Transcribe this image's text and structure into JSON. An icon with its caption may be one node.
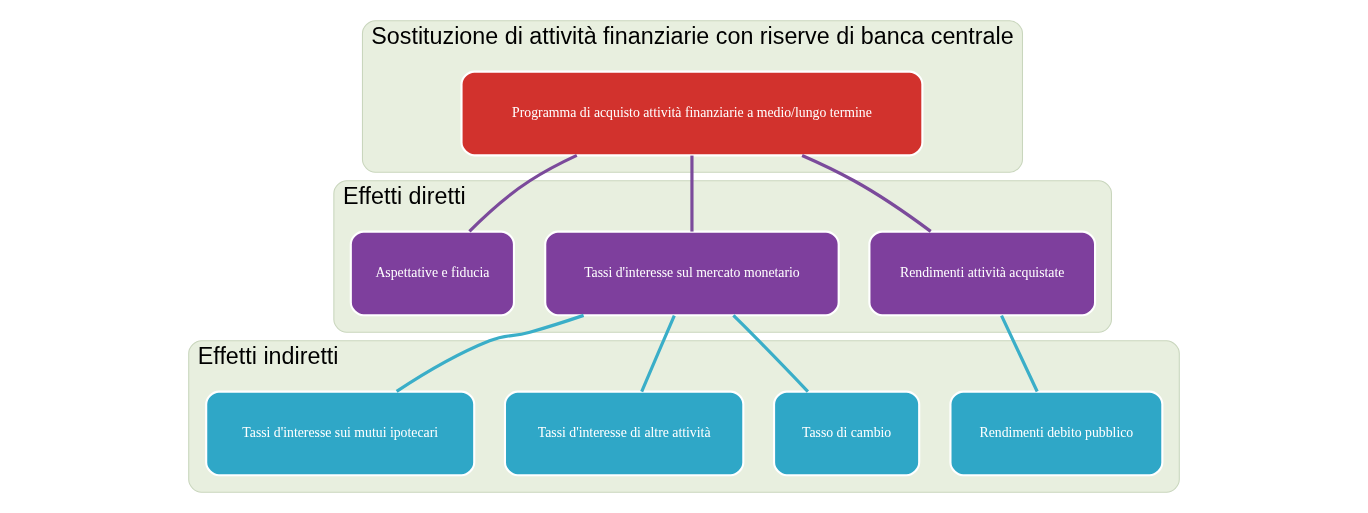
{
  "diagram": {
    "nodes": [
      {
        "text": [
          "Sostituzione di attività finanziarie con riserve di banca centrale"
        ]
      },
      {
        "text": [
          "Programma di acquisto attività finanziarie a medio/lungo termine"
        ],
        "in": 0
      },
      {
        "text": [
          "Effetti diretti"
        ]
      },
      {
        "text": [
          "Rendimenti attività acquistate"
        ],
        "in": 2
      },
      {
        "text": [
          "Tassi d'interesse sul mercato monetario"
        ],
        "in": 2
      },
      {
        "text": [
          "Aspettative e fiducia"
        ],
        "in": 2
      },
      {
        "text": [
          "Effetti indiretti"
        ]
      },
      {
        "text": [
          "Rendimenti debito pubblico"
        ],
        "in": 6
      },
      {
        "text": [
          "Tasso di cambio"
        ],
        "in": 6
      },
      {
        "text": [
          "Tassi d'interesse di altre attività"
        ],
        "in": 6
      },
      {
        "text": [
          "Tassi d'interesse sui mutui ipotecari"
        ],
        "in": 6
      }
    ],
    "edges": [
      {
        "from": 1,
        "to": 3,
        "arrow": "none",
        "color": "#7b4a9b"
      },
      {
        "from": 1,
        "to": 4,
        "arrow": "none",
        "color": "#7b4a9b"
      },
      {
        "from": 1,
        "to": 5,
        "arrow": "none",
        "color": "#7b4a9b"
      },
      {
        "from": 3,
        "to": 7,
        "arrow": "none"
      },
      {
        "from": 4,
        "to": 8,
        "arrow": "none"
      },
      {
        "from": 4,
        "to": 9,
        "arrow": "none"
      },
      {
        "from": 4,
        "to": 10,
        "arrow": "none"
      }
    ]
  }
}
